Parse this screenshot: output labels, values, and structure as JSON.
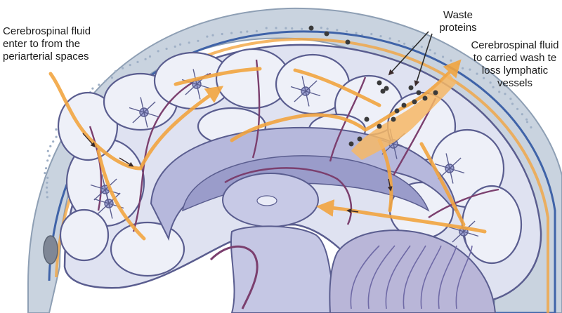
{
  "labels": {
    "csf_entry": [
      "Cerebrospinal fluid",
      "enter to from the",
      "periarterial spaces"
    ],
    "waste": [
      "Waste",
      "proteins"
    ],
    "csf_exit": [
      "Cerebrospinal fluid",
      "to carried wash te",
      "loss lymphatic",
      "vessels"
    ]
  },
  "colors": {
    "skull": "#c9d3df",
    "brain": "#dfe2f1",
    "gyrus_outline": "#5a5d8f",
    "csf_flow": "#f2a540",
    "vessel": "#7b3f6e",
    "waste_protein": "#3a3a3a",
    "cerebellum": "#b9b6d8"
  }
}
